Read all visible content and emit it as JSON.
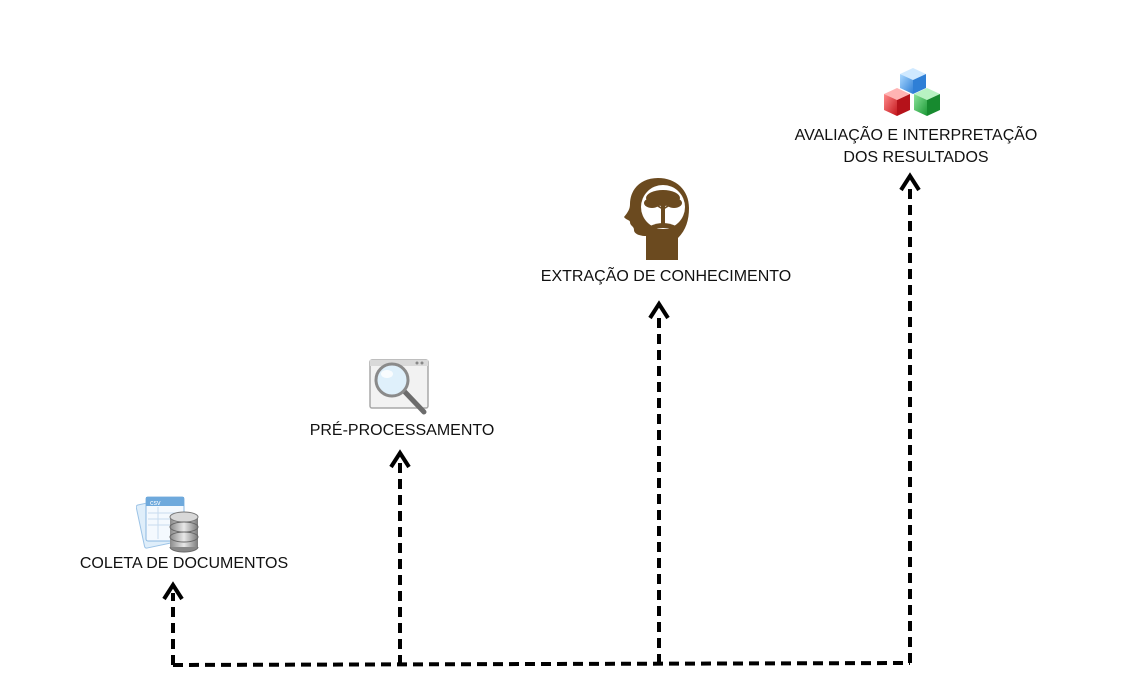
{
  "stages": [
    {
      "label": "COLETA DE DOCUMENTOS",
      "icon": "database-document-icon"
    },
    {
      "label": "PRÉ-PROCESSAMENTO",
      "icon": "magnifier-window-icon"
    },
    {
      "label": "EXTRAÇÃO DE CONHECIMENTO",
      "icon": "head-tree-icon"
    },
    {
      "label_line1": "AVALIAÇÃO E INTERPRETAÇÃO",
      "label_line2": "DOS RESULTADOS",
      "icon": "colored-cubes-icon"
    }
  ],
  "colors": {
    "line": "#000000",
    "tree_brown": "#6b4a1f",
    "cube_red": "#e3262a",
    "cube_green": "#2fb34a",
    "cube_blue": "#3d8fe0"
  }
}
